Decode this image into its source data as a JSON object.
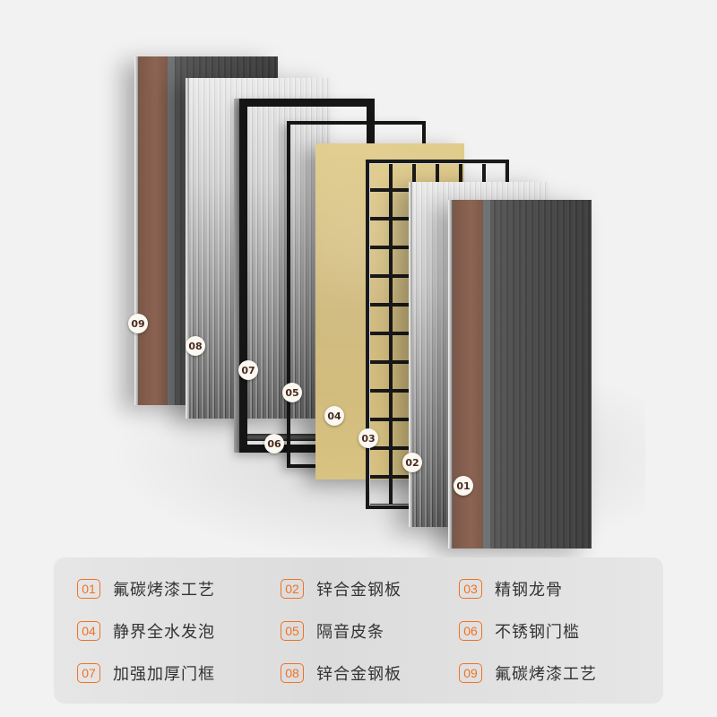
{
  "colors": {
    "background": "#f2f2f2",
    "legend_background": "#e4e4e4",
    "accent_orange": "#f07223",
    "legend_text": "#333333",
    "brown_coating": "#8a6150",
    "foam_yellow": "#d6c07f",
    "frame_black": "#151515",
    "marker_text": "#4a2a1f"
  },
  "diagram": {
    "type": "exploded door layer diagram",
    "layers": [
      {
        "number": "01",
        "marker": "01"
      },
      {
        "number": "02",
        "marker": "02"
      },
      {
        "number": "03",
        "marker": "03"
      },
      {
        "number": "04",
        "marker": "04"
      },
      {
        "number": "05",
        "marker": "05"
      },
      {
        "number": "06",
        "marker": "06"
      },
      {
        "number": "07",
        "marker": "07"
      },
      {
        "number": "08",
        "marker": "08"
      },
      {
        "number": "09",
        "marker": "09"
      }
    ]
  },
  "legend": {
    "items": [
      {
        "number": "01",
        "label": "氟碳烤漆工艺"
      },
      {
        "number": "02",
        "label": "锌合金钢板"
      },
      {
        "number": "03",
        "label": "精钢龙骨"
      },
      {
        "number": "04",
        "label": "静界全水发泡"
      },
      {
        "number": "05",
        "label": "隔音皮条"
      },
      {
        "number": "06",
        "label": "不锈钢门槛"
      },
      {
        "number": "07",
        "label": "加强加厚门框"
      },
      {
        "number": "08",
        "label": "锌合金钢板"
      },
      {
        "number": "09",
        "label": "氟碳烤漆工艺"
      }
    ]
  }
}
